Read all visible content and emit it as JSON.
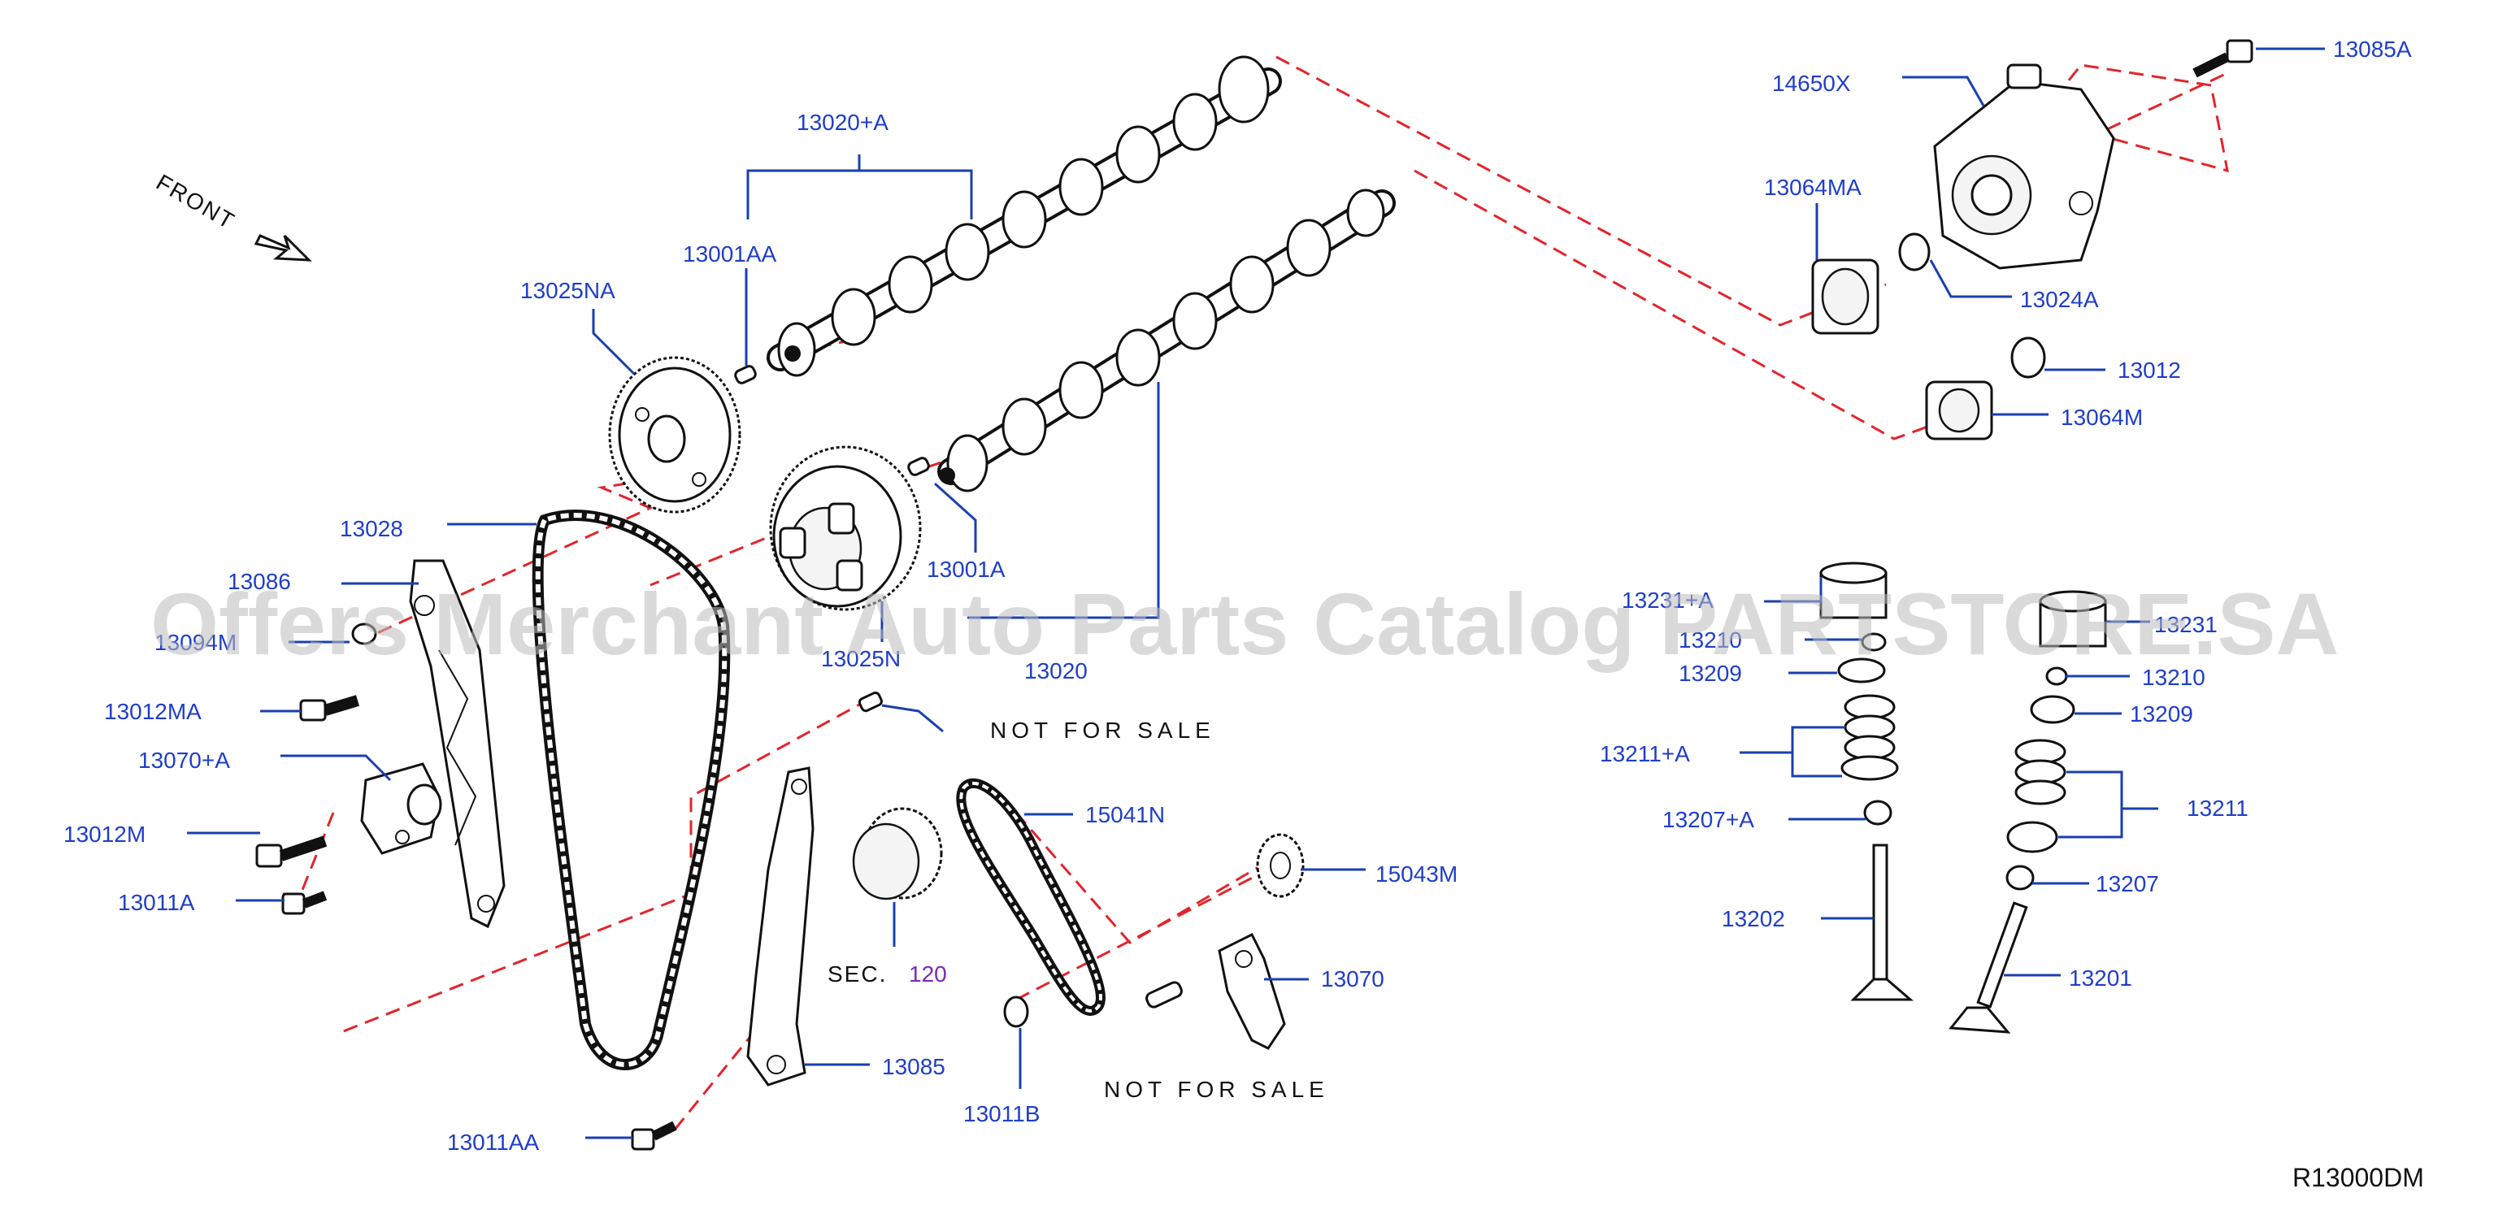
{
  "watermark": "Offers Merchant Auto Parts Catalog PARTSTORE.SA",
  "front_label": "FRONT",
  "diagram_code": "R13000DM",
  "sec_ref": {
    "prefix": "SEC.",
    "number": "120"
  },
  "not_for_sale_1": "NOT FOR SALE",
  "not_for_sale_2": "NOT FOR SALE",
  "labels": {
    "p13020A": "13020+A",
    "p13001AA": "13001AA",
    "p13025NA": "13025NA",
    "p13028": "13028",
    "p13086": "13086",
    "p13094": "13094M",
    "p13012MA": "13012MA",
    "p13070A": "13070+A",
    "p13012M": "13012M",
    "p13011A": "13011A",
    "p13001A": "13001A",
    "p13025N": "13025N",
    "p13020": "13020",
    "p15041N": "15041N",
    "p15043M": "15043M",
    "p13070": "13070",
    "p13085": "13085",
    "p13011B": "13011B",
    "p13011AA": "13011AA",
    "p14650X": "14650X",
    "p13085A": "13085A",
    "p13064MA": "13064MA",
    "p13024A": "13024A",
    "p13012": "13012",
    "p13064M": "13064M",
    "p13231A": "13231+A",
    "p13210L": "13210",
    "p13209L": "13209",
    "p13211A": "13211+A",
    "p13207A": "13207+A",
    "p13202": "13202",
    "p13231": "13231",
    "p13210R": "13210",
    "p13209R": "13209",
    "p13211": "13211",
    "p13207": "13207",
    "p13201": "13201"
  },
  "colors": {
    "label_blue": "#1f3ec9",
    "leader_blue": "#1a3fb0",
    "dashed_red": "#e3242b",
    "sec_purple": "#7a2ab8"
  }
}
